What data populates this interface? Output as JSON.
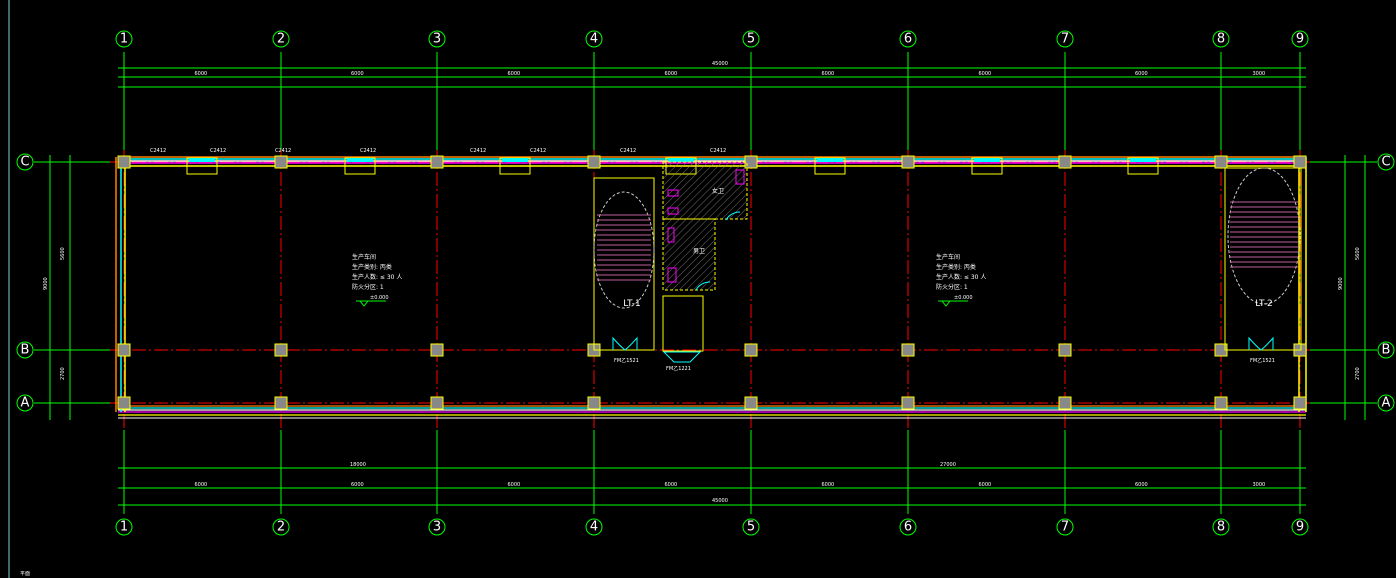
{
  "drawing": {
    "axes_x": [
      "1",
      "2",
      "3",
      "4",
      "5",
      "6",
      "7",
      "8",
      "9"
    ],
    "axes_y": [
      "C",
      "B",
      "A"
    ],
    "dims_top_overall": "45000",
    "dims_top_bays": [
      "6000",
      "6000",
      "6000",
      "6000",
      "6000",
      "6000",
      "6000",
      "3000"
    ],
    "dims_bottom_sections": [
      "18000",
      "27000"
    ],
    "dims_bottom_bays": [
      "6000",
      "6000",
      "6000",
      "6000",
      "6000",
      "6000",
      "6000",
      "3000"
    ],
    "dims_bottom_overall": "45000",
    "dims_left": [
      "5600",
      "2700",
      "9000"
    ],
    "dims_right": [
      "5600",
      "2700",
      "9000"
    ],
    "stair_left": "LT-1",
    "stair_right": "LT-2",
    "room_left": {
      "name": "生产车间",
      "category": "生产类别: 丙类",
      "people": "生产人数: ≤ 30 人",
      "zone": "防火分区: 1",
      "elevation": "±0.000"
    },
    "room_right": {
      "name": "生产车间",
      "category": "生产类别: 丙类",
      "people": "生产人数: ≤ 30 人",
      "zone": "防火分区: 1",
      "elevation": "±0.000"
    },
    "toilet_labels": [
      "女卫",
      "男卫"
    ],
    "window_tags": [
      "C2412",
      "C2412",
      "C2412",
      "C2412",
      "C2412",
      "C2412",
      "C2412",
      "C2412"
    ],
    "door_tags": [
      "FM乙1521",
      "FM乙1221",
      "FM乙1521"
    ],
    "corner_note": "平面"
  }
}
